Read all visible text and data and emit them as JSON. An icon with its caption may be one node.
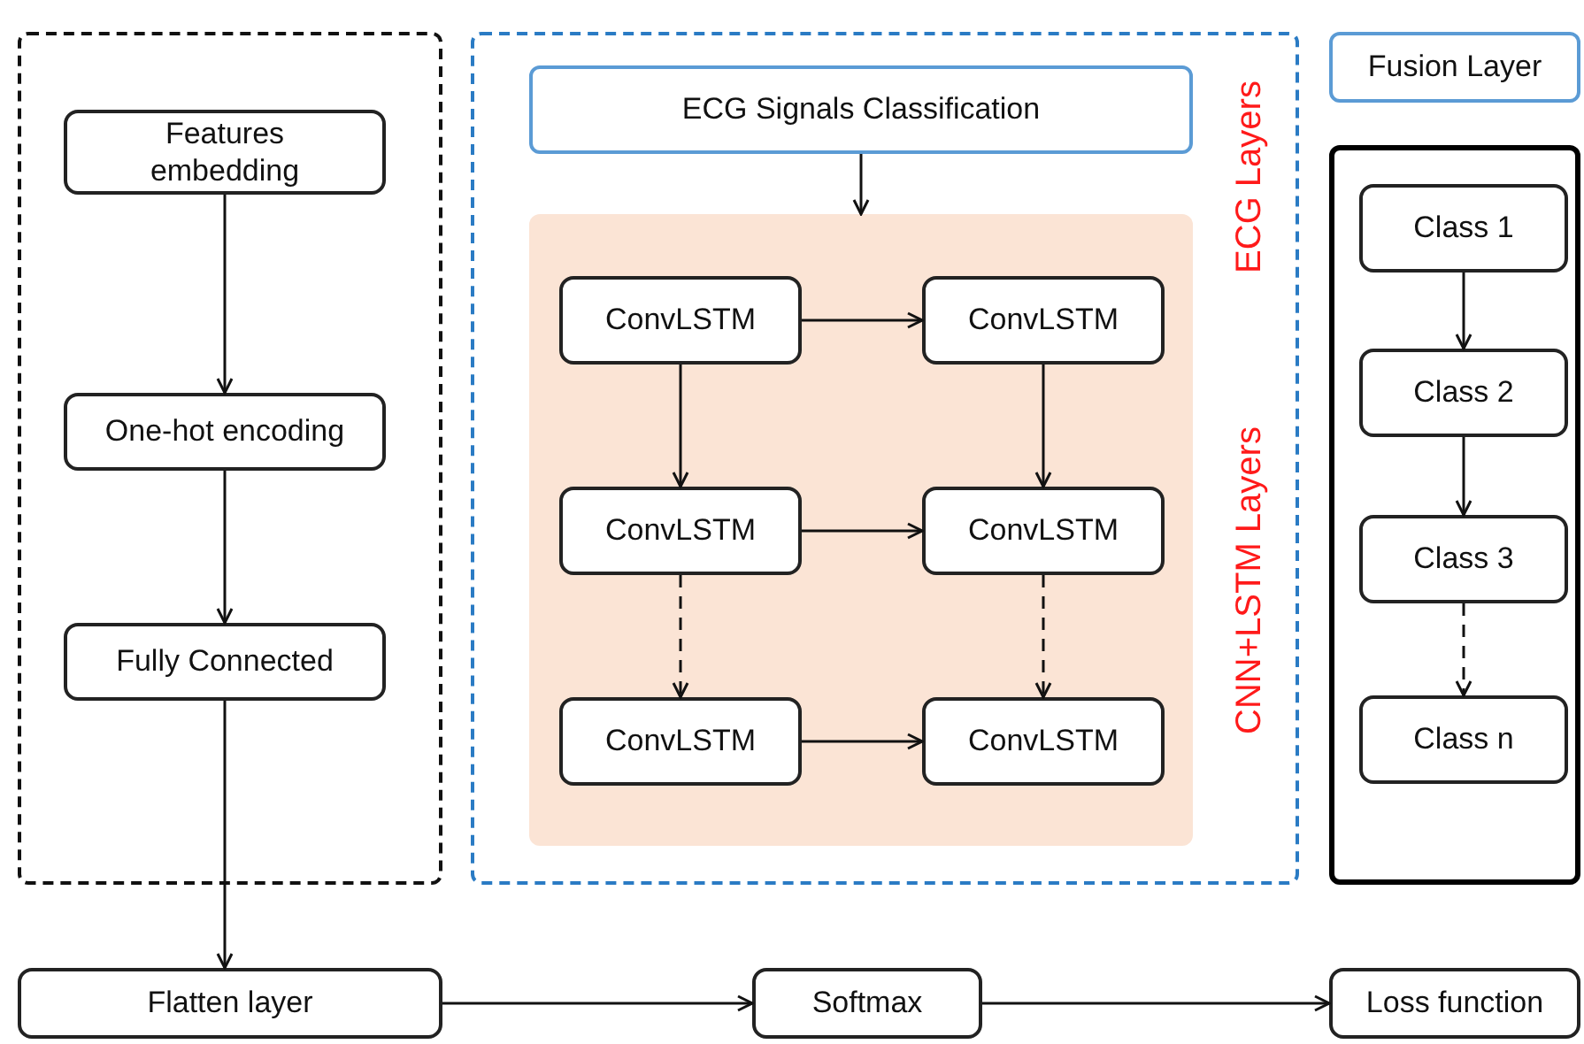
{
  "diagram": {
    "nodes": [
      {
        "text": [],
        "shape": "box"
      },
      {
        "text": [
          "Features embedding"
        ],
        "in": 0
      },
      {
        "text": [
          "One-hot encoding"
        ],
        "in": 0
      },
      {
        "text": [
          "Fully Connected"
        ],
        "in": 0
      },
      {
        "text": [],
        "shape": "box"
      },
      {
        "text": [
          "ECG Signals Classification"
        ],
        "in": 4
      },
      {
        "text": [],
        "shape": "box",
        "in": 4
      },
      {
        "text": [
          "ConvLSTM"
        ],
        "in": 6
      },
      {
        "text": [
          "ConvLSTM"
        ],
        "in": 6
      },
      {
        "text": [
          "ConvLSTM"
        ],
        "in": 6
      },
      {
        "text": [
          "ConvLSTM"
        ],
        "in": 6
      },
      {
        "text": [
          "ConvLSTM"
        ],
        "in": 6
      },
      {
        "text": [
          "ConvLSTM"
        ],
        "in": 6
      },
      {
        "text": [
          "Fusion Layer"
        ]
      },
      {
        "text": [],
        "shape": "box"
      },
      {
        "text": [
          "Class 1"
        ],
        "in": 14
      },
      {
        "text": [
          "Class 2"
        ],
        "in": 14
      },
      {
        "text": [
          "Class 3"
        ],
        "in": 14
      },
      {
        "text": [
          "Class n"
        ],
        "in": 14
      },
      {
        "text": [
          "Flatten layer"
        ]
      },
      {
        "text": [
          "Softmax"
        ]
      },
      {
        "text": [
          "Loss function"
        ]
      }
    ],
    "edges": [
      {
        "from": 1,
        "to": 2,
        "arrow": "to"
      },
      {
        "from": 2,
        "to": 3,
        "arrow": "to"
      },
      {
        "from": 3,
        "to": 19,
        "arrow": "to"
      },
      {
        "from": 5,
        "to": 6,
        "arrow": "to"
      },
      {
        "from": 7,
        "to": 8,
        "arrow": "to"
      },
      {
        "from": 7,
        "to": 9,
        "arrow": "to"
      },
      {
        "from": 8,
        "to": 10,
        "arrow": "to"
      },
      {
        "from": 9,
        "to": 10,
        "arrow": "to"
      },
      {
        "from": 9,
        "to": 11,
        "arrow": "to",
        "style": "dashed"
      },
      {
        "from": 10,
        "to": 12,
        "arrow": "to",
        "style": "dashed"
      },
      {
        "from": 11,
        "to": 12,
        "arrow": "to"
      },
      {
        "from": 15,
        "to": 16,
        "arrow": "to"
      },
      {
        "from": 16,
        "to": 17,
        "arrow": "to"
      },
      {
        "from": 17,
        "to": 18,
        "arrow": "to",
        "style": "dashed"
      },
      {
        "from": 19,
        "to": 20,
        "arrow": "to"
      },
      {
        "from": 20,
        "to": 21,
        "arrow": "to"
      }
    ],
    "labels": [
      "ECG Layers",
      "CNN+LSTM Layers"
    ]
  }
}
